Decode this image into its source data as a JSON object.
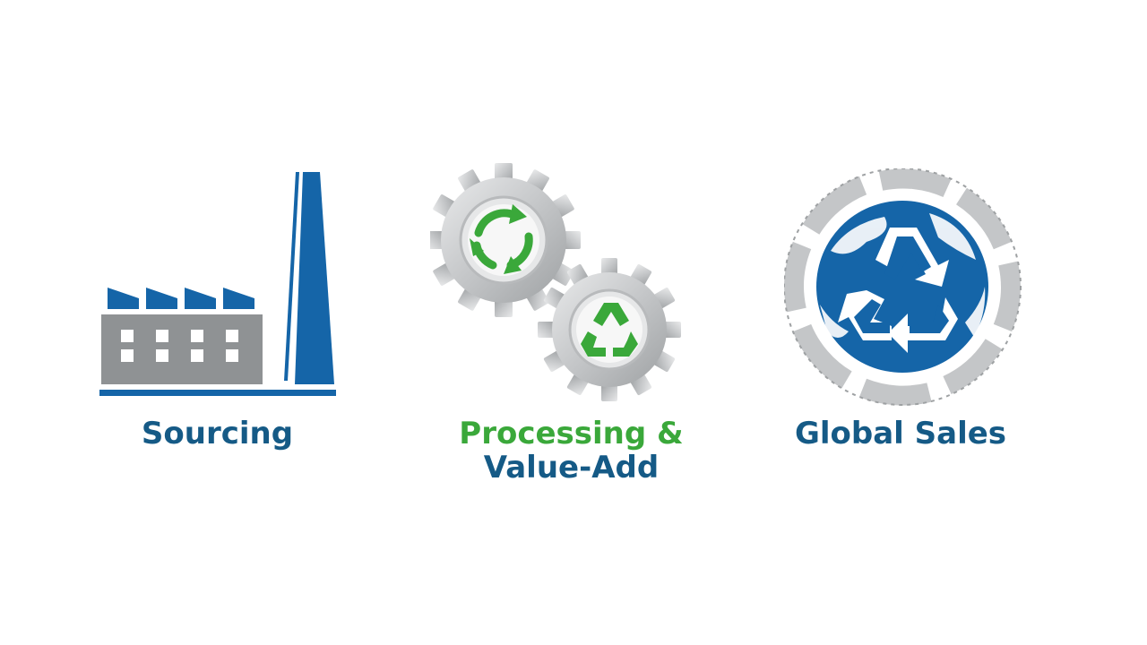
{
  "colors": {
    "blue": "#1565a8",
    "dark_blue": "#155a86",
    "green": "#3aa83a",
    "gray": "#8f9294",
    "light_gray": "#c9cacc",
    "white": "#ffffff"
  },
  "icons": {
    "sourcing": "factory-icon",
    "processing_large": "gear-recycle-icon",
    "processing_small": "gear-recycle-icon",
    "global": "globe-recycle-icon"
  },
  "steps": [
    {
      "label": "Sourcing"
    },
    {
      "label_line1": "Processing &",
      "label_line2": "Value-Add"
    },
    {
      "label": "Global Sales"
    }
  ]
}
